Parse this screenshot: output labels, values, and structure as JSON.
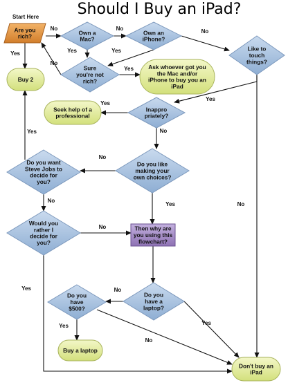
{
  "title": "Should I Buy an iPad?",
  "start_label": "Start Here",
  "colors": {
    "diamond": "#a9c2df",
    "bubble": "#e2ec9a",
    "start_shape": "#e0913e",
    "process": "#a88ec7",
    "line": "#111111"
  },
  "nodes": {
    "are_you_rich": {
      "shape": "parallelogram",
      "lines": [
        "Are you",
        "rich?"
      ]
    },
    "own_a_mac": {
      "shape": "diamond",
      "lines": [
        "Own a",
        "Mac?"
      ]
    },
    "own_an_iphone": {
      "shape": "diamond",
      "lines": [
        "Own an",
        "iPhone?"
      ]
    },
    "like_to_touch_things": {
      "shape": "diamond",
      "lines": [
        "Like to",
        "touch",
        "things?"
      ]
    },
    "buy_2": {
      "shape": "terminal",
      "lines": [
        "Buy 2"
      ]
    },
    "sure_youre_not_rich": {
      "shape": "diamond",
      "lines": [
        "Sure",
        "you're not",
        "rich?"
      ]
    },
    "ask_whoever_got_you": {
      "shape": "terminal",
      "lines": [
        "Ask whoever got you",
        "the Mac and/or",
        "iPhone to buy you an",
        "iPad"
      ]
    },
    "seek_help": {
      "shape": "terminal",
      "lines": [
        "Seek help of a",
        "professional"
      ]
    },
    "inappropriately": {
      "shape": "diamond",
      "lines": [
        "Inappro",
        "priately?"
      ]
    },
    "steve_jobs_decide": {
      "shape": "diamond",
      "lines": [
        "Do you want",
        "Steve Jobs to",
        "decide for",
        "you?"
      ]
    },
    "making_own_choices": {
      "shape": "diamond",
      "lines": [
        "Do you like",
        "making your",
        "own choices?"
      ]
    },
    "rather_i_decide": {
      "shape": "diamond",
      "lines": [
        "Would you",
        "rather I",
        "decide for",
        "you?"
      ]
    },
    "why_using_flowchart": {
      "shape": "process",
      "lines": [
        "Then why are",
        "you using this",
        "flowchart?"
      ]
    },
    "have_500": {
      "shape": "diamond",
      "lines": [
        "Do you",
        "have",
        "$500?"
      ]
    },
    "have_a_laptop": {
      "shape": "diamond",
      "lines": [
        "Do you",
        "have a",
        "laptop?"
      ]
    },
    "buy_a_laptop": {
      "shape": "terminal",
      "lines": [
        "Buy a laptop"
      ]
    },
    "dont_buy_an_ipad": {
      "shape": "terminal",
      "lines": [
        "Don't buy an",
        "iPad"
      ]
    }
  },
  "edges": [
    {
      "from": "are_you_rich",
      "to": "own_a_mac",
      "label": "No"
    },
    {
      "from": "are_you_rich",
      "to": "buy_2",
      "label": "Yes"
    },
    {
      "from": "own_a_mac",
      "to": "own_an_iphone",
      "label": "No"
    },
    {
      "from": "own_a_mac",
      "to": "sure_youre_not_rich",
      "label": "Yes"
    },
    {
      "from": "own_an_iphone",
      "to": "like_to_touch_things",
      "label": "No"
    },
    {
      "from": "own_an_iphone",
      "to": "sure_youre_not_rich",
      "label": "Yes"
    },
    {
      "from": "sure_youre_not_rich",
      "to": "are_you_rich",
      "label": "No"
    },
    {
      "from": "sure_youre_not_rich",
      "to": "ask_whoever_got_you",
      "label": "Yes"
    },
    {
      "from": "like_to_touch_things",
      "to": "inappropriately",
      "label": "Yes"
    },
    {
      "from": "like_to_touch_things",
      "to": "dont_buy_an_ipad",
      "label": "No"
    },
    {
      "from": "inappropriately",
      "to": "seek_help",
      "label": "Yes"
    },
    {
      "from": "inappropriately",
      "to": "making_own_choices",
      "label": "No"
    },
    {
      "from": "making_own_choices",
      "to": "steve_jobs_decide",
      "label": "No"
    },
    {
      "from": "making_own_choices",
      "to": "why_using_flowchart",
      "label": "Yes"
    },
    {
      "from": "steve_jobs_decide",
      "to": "buy_2",
      "label": "Yes"
    },
    {
      "from": "steve_jobs_decide",
      "to": "rather_i_decide",
      "label": "No"
    },
    {
      "from": "rather_i_decide",
      "to": "why_using_flowchart",
      "label": "No"
    },
    {
      "from": "rather_i_decide",
      "to": "dont_buy_an_ipad",
      "label": "Yes"
    },
    {
      "from": "why_using_flowchart",
      "to": "have_a_laptop",
      "label": ""
    },
    {
      "from": "have_a_laptop",
      "to": "have_500",
      "label": "No"
    },
    {
      "from": "have_a_laptop",
      "to": "dont_buy_an_ipad",
      "label": "Yes"
    },
    {
      "from": "have_500",
      "to": "buy_a_laptop",
      "label": "Yes"
    },
    {
      "from": "have_500",
      "to": "dont_buy_an_ipad",
      "label": "No"
    }
  ]
}
